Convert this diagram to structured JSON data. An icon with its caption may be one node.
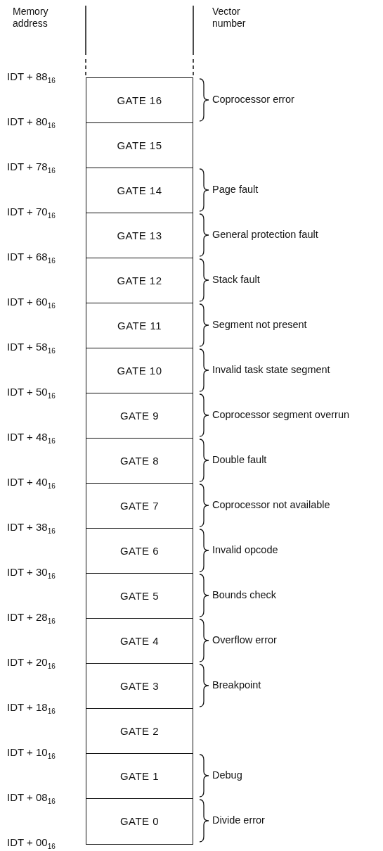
{
  "diagram": {
    "nodes": [
      {
        "text": [
          "GATE 16"
        ],
        "beside": [
          "Coprocessor error"
        ]
      },
      {
        "text": [
          "GATE 15"
        ]
      },
      {
        "text": [
          "GATE 14"
        ],
        "beside": [
          "Page fault"
        ]
      },
      {
        "text": [
          "GATE 13"
        ],
        "beside": [
          "General protection fault"
        ]
      },
      {
        "text": [
          "GATE 12"
        ],
        "beside": [
          "Stack fault"
        ]
      },
      {
        "text": [
          "GATE 11"
        ],
        "beside": [
          "Segment not present"
        ]
      },
      {
        "text": [
          "GATE 10"
        ],
        "beside": [
          "Invalid task state segment"
        ]
      },
      {
        "text": [
          "GATE 9"
        ],
        "beside": [
          "Coprocessor segment overrun"
        ]
      },
      {
        "text": [
          "GATE 8"
        ],
        "beside": [
          "Double fault"
        ]
      },
      {
        "text": [
          "GATE 7"
        ],
        "beside": [
          "Coprocessor not available"
        ]
      },
      {
        "text": [
          "GATE 6"
        ],
        "beside": [
          "Invalid opcode"
        ]
      },
      {
        "text": [
          "GATE 5"
        ],
        "beside": [
          "Bounds check"
        ]
      },
      {
        "text": [
          "GATE 4"
        ],
        "beside": [
          "Overflow error"
        ]
      },
      {
        "text": [
          "GATE 3"
        ],
        "beside": [
          "Breakpoint"
        ]
      },
      {
        "text": [
          "GATE 2"
        ]
      },
      {
        "text": [
          "GATE 1"
        ],
        "beside": [
          "Debug"
        ]
      },
      {
        "text": [
          "GATE 0"
        ],
        "beside": [
          "Divide error"
        ]
      }
    ],
    "edges": [],
    "labels": [
      "Memory address",
      "Vector number",
      "IDT + 88$_{16}$",
      "IDT + 80$_{16}$",
      "IDT + 78$_{16}$",
      "IDT + 70$_{16}$",
      "IDT + 68$_{16}$",
      "IDT + 60$_{16}$",
      "IDT + 58$_{16}$",
      "IDT + 50$_{16}$",
      "IDT + 48$_{16}$",
      "IDT + 40$_{16}$",
      "IDT + 38$_{16}$",
      "IDT + 30$_{16}$",
      "IDT + 28$_{16}$",
      "IDT + 20$_{16}$",
      "IDT + 18$_{16}$",
      "IDT + 10$_{16}$",
      "IDT + 08$_{16}$",
      "IDT + 00$_{16}$"
    ]
  }
}
